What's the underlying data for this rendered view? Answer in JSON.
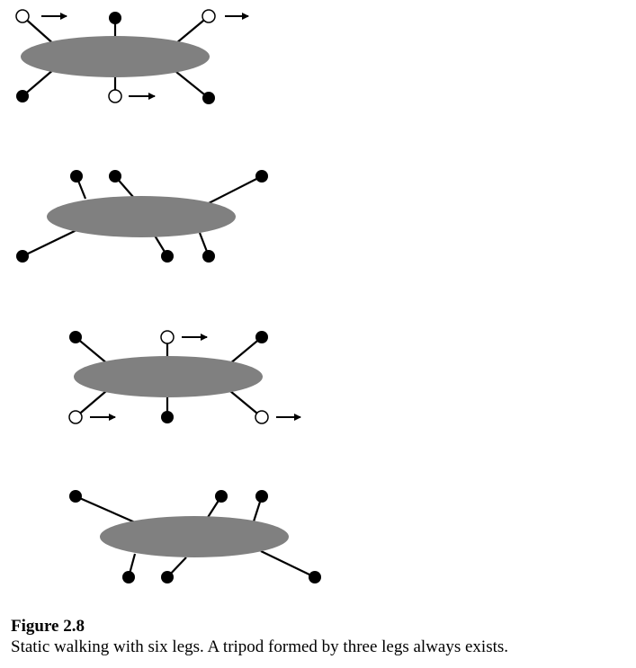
{
  "figure": {
    "label": "Figure 2.8",
    "caption": "Static walking with six legs. A tripod formed by three legs always exists."
  },
  "colors": {
    "body": "#808080",
    "leg": "#000000",
    "foot_ground": "#000000",
    "foot_lifted": "#ffffff",
    "arrow": "#000000"
  },
  "legend_semantics": {
    "filled_foot": "foot on ground",
    "open_foot_with_arrow": "foot lifted and moving forward"
  },
  "stages": [
    {
      "feet": [
        "lifted",
        "ground",
        "lifted",
        "ground",
        "lifted",
        "ground"
      ]
    },
    {
      "feet": [
        "ground",
        "ground",
        "ground",
        "ground",
        "ground",
        "ground"
      ]
    },
    {
      "feet": [
        "ground",
        "lifted",
        "ground",
        "lifted",
        "ground",
        "lifted"
      ]
    },
    {
      "feet": [
        "ground",
        "ground",
        "ground",
        "ground",
        "ground",
        "ground"
      ]
    }
  ]
}
